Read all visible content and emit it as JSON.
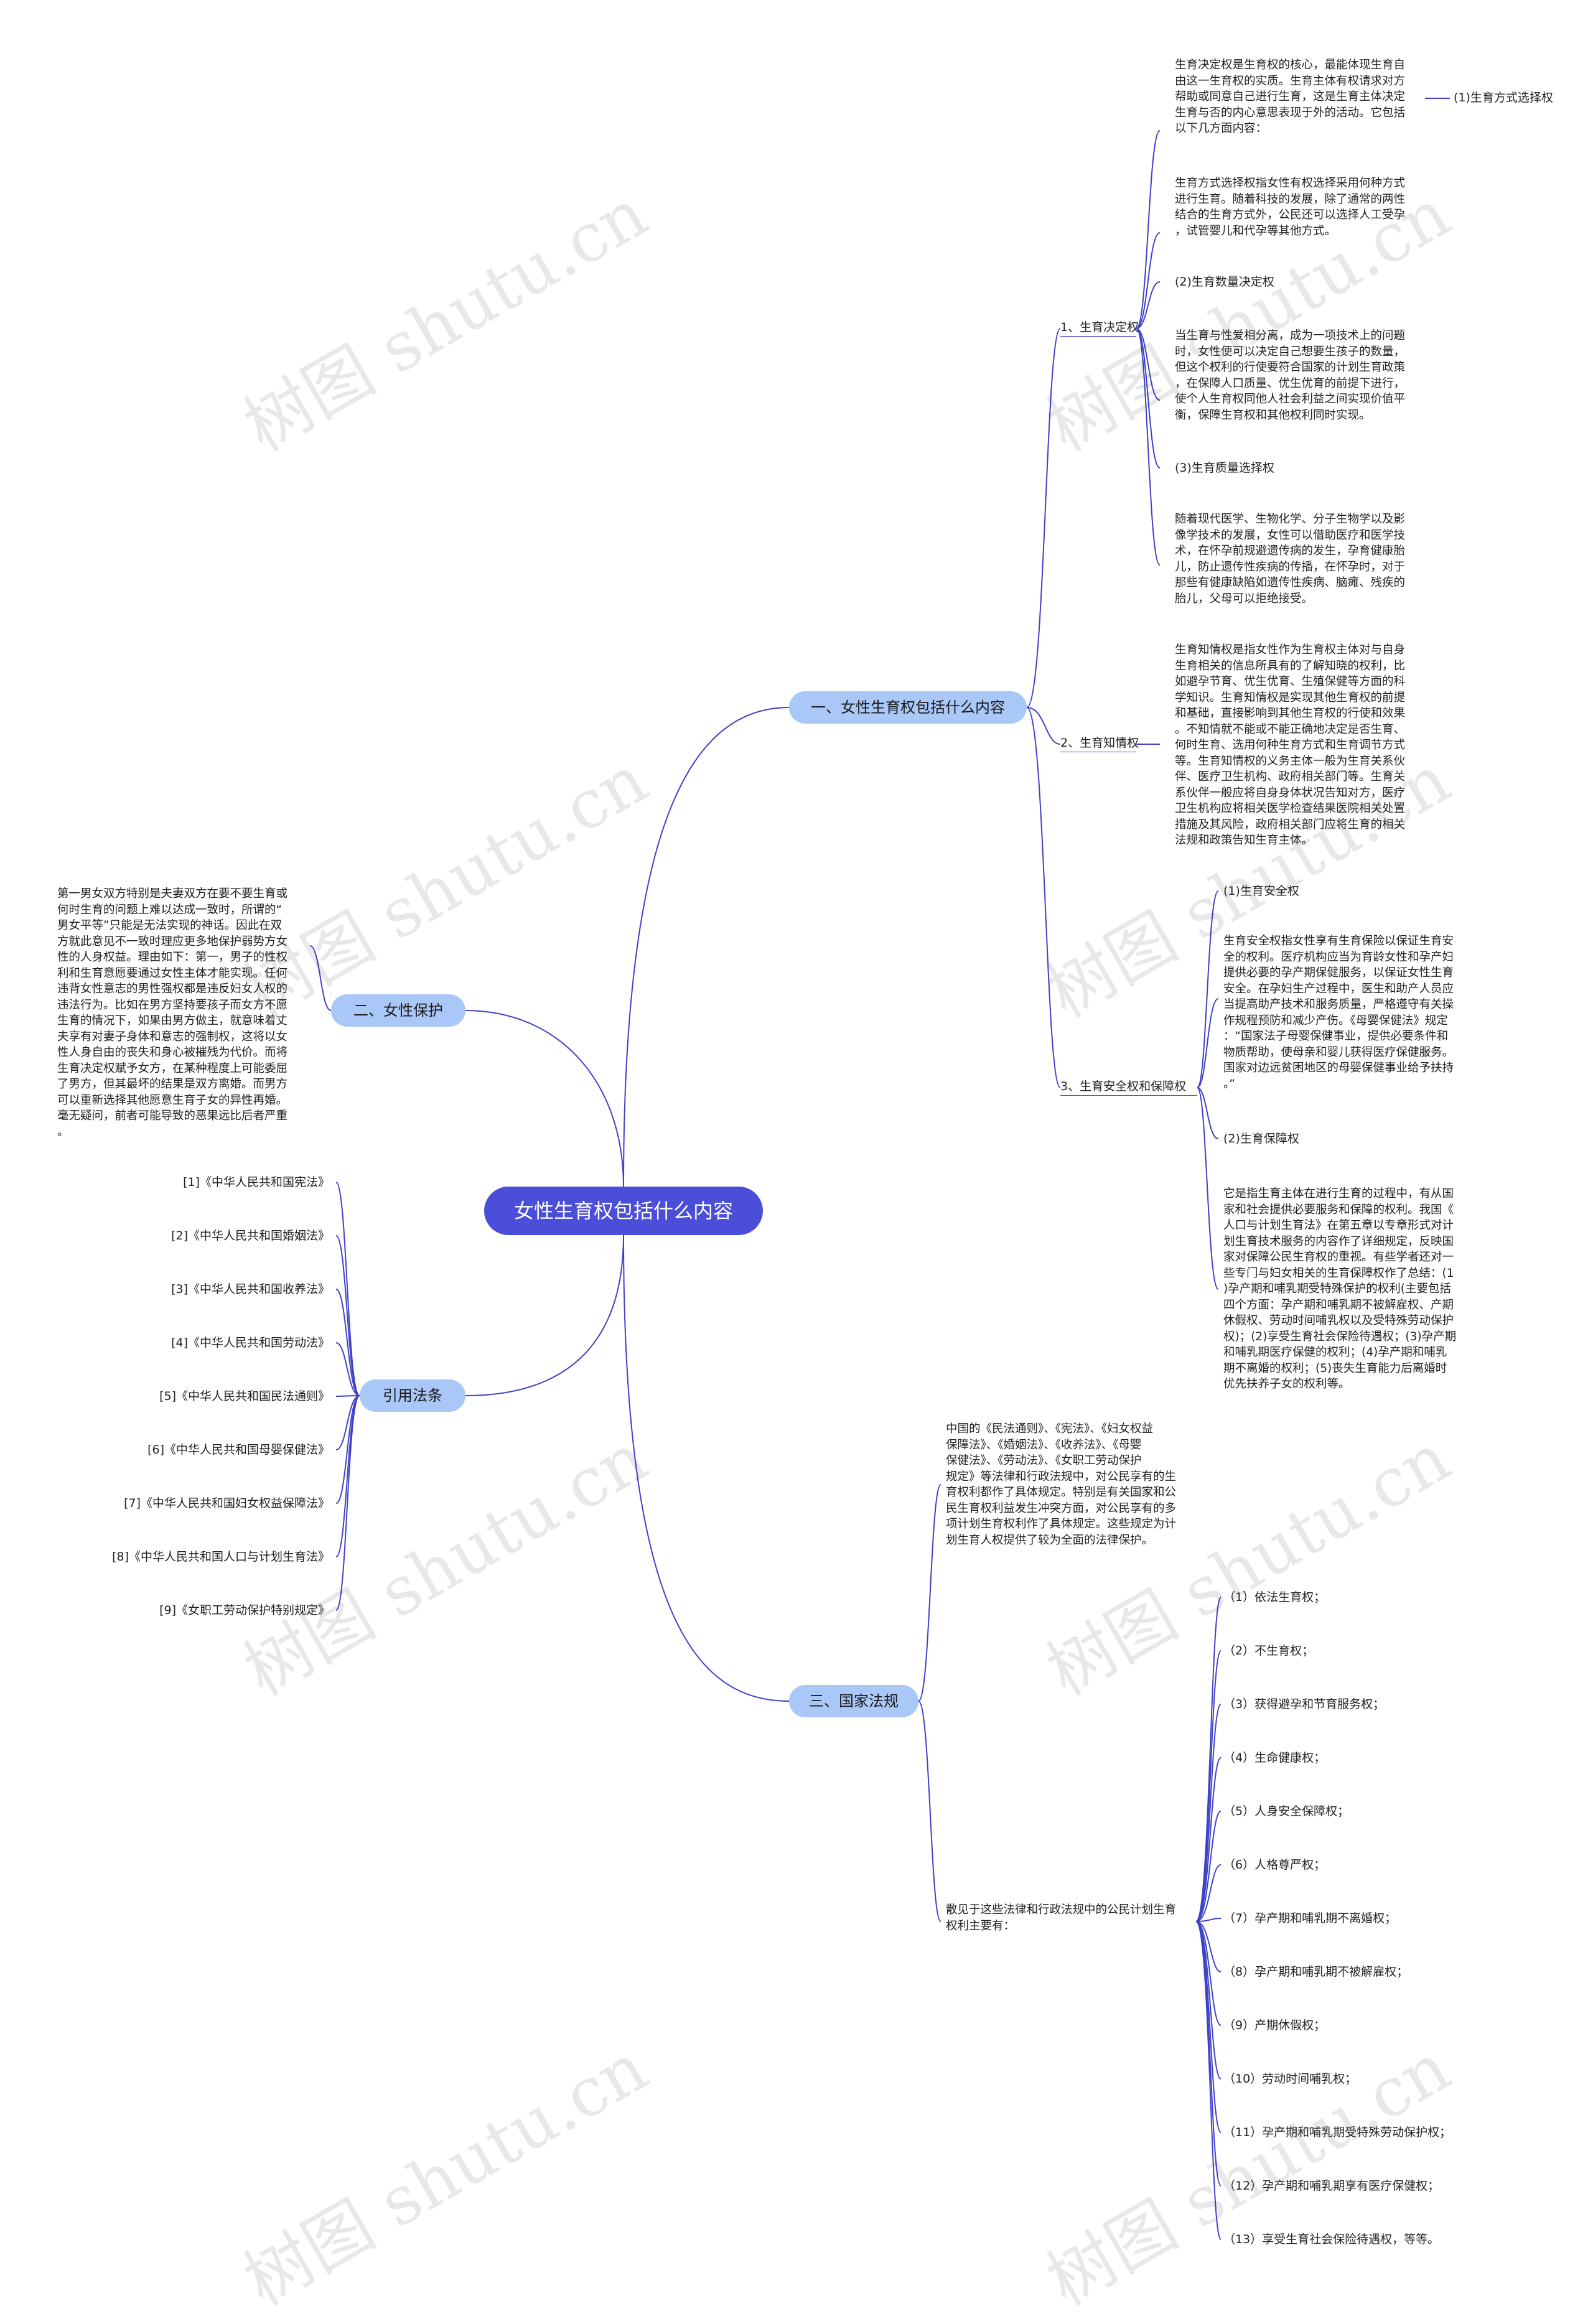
{
  "root": "女性生育权包括什么内容",
  "branches": {
    "b1": {
      "label": "一、女性生育权包括什么内容",
      "items": {
        "decide": {
          "label": "1、生育决定权",
          "intro": [
            "生育决定权是生育权的核心，最能体现生育自",
            "由这一生育权的实质。生育主体有权请求对方",
            "帮助或同意自己进行生育，这是生育主体决定",
            "生育与否的内心意思表现于外的活动。它包括",
            "以下几方面内容："
          ],
          "intro_tag": "(1)生育方式选择权",
          "method": [
            "生育方式选择权指女性有权选择采用何种方式",
            "进行生育。随着科技的发展，除了通常的两性",
            "结合的生育方式外，公民还可以选择人工受孕",
            "，试管婴儿和代孕等其他方式。"
          ],
          "count_title": "(2)生育数量决定权",
          "count": [
            "当生育与性爱相分离，成为一项技术上的问题",
            "时，女性便可以决定自己想要生孩子的数量，",
            "但这个权利的行使要符合国家的计划生育政策",
            "，在保障人口质量、优生优育的前提下进行，",
            "使个人生育权同他人社会利益之间实现价值平",
            "衡，保障生育权和其他权利同时实现。"
          ],
          "quality_title": "(3)生育质量选择权",
          "quality": [
            "随着现代医学、生物化学、分子生物学以及影",
            "像学技术的发展，女性可以借助医疗和医学技",
            "术，在怀孕前规避遗传病的发生，孕育健康胎",
            "儿，防止遗传性疾病的传播，在怀孕时，对于",
            "那些有健康缺陷如遗传性疾病、脑瘫、残疾的",
            "胎儿，父母可以拒绝接受。"
          ]
        },
        "know": {
          "label": "2、生育知情权",
          "text": [
            "生育知情权是指女性作为生育权主体对与自身",
            "生育相关的信息所具有的了解知晓的权利，比",
            "如避孕节育、优生优育、生殖保健等方面的科",
            "学知识。生育知情权是实现其他生育权的前提",
            "和基础，直接影响到其他生育权的行使和效果",
            "。不知情就不能或不能正确地决定是否生育、",
            "何时生育、选用何种生育方式和生育调节方式",
            "等。生育知情权的义务主体一般为生育关系伙",
            "伴、医疗卫生机构、政府相关部门等。生育关",
            "系伙伴一般应将自身身体状况告知对方，医疗",
            "卫生机构应将相关医学检查结果医院相关处置",
            "措施及其风险，政府相关部门应将生育的相关",
            "法规和政策告知生育主体。"
          ]
        },
        "safe": {
          "label": "3、生育安全权和保障权",
          "safe_title": "(1)生育安全权",
          "safe_text": [
            "生育安全权指女性享有生育保险以保证生育安",
            "全的权利。医疗机构应当为育龄女性和孕产妇",
            "提供必要的孕产期保健服务，以保证女性生育",
            "安全。在孕妇生产过程中，医生和助产人员应",
            "当提高助产技术和服务质量，严格遵守有关操",
            "作规程预防和减少产伤。《母婴保健法》规定",
            "：“国家法子母婴保健事业，提供必要条件和",
            "物质帮助，使母亲和婴儿获得医疗保健服务。",
            "国家对边远贫困地区的母婴保健事业给予扶持",
            "。”"
          ],
          "guard_title": "(2)生育保障权",
          "guard_text": [
            "它是指生育主体在进行生育的过程中，有从国",
            "家和社会提供必要服务和保障的权利。我国《",
            "人口与计划生育法》在第五章以专章形式对计",
            "划生育技术服务的内容作了详细规定，反映国",
            "家对保障公民生育权的重视。有些学者还对一",
            "些专门与妇女相关的生育保障权作了总结：(1",
            ")孕产期和哺乳期受特殊保护的权利(主要包括",
            "四个方面：孕产期和哺乳期不被解雇权、产期",
            "休假权、劳动时间哺乳权以及受特殊劳动保护",
            "权)；(2)享受生育社会保险待遇权；(3)孕产期",
            "和哺乳期医疗保健的权利；(4)孕产期和哺乳",
            "期不离婚的权利；(5)丧失生育能力后离婚时",
            "优先扶养子女的权利等。"
          ]
        }
      }
    },
    "b2": {
      "label": "二、女性保护",
      "text": [
        "第一男女双方特别是夫妻双方在要不要生育或",
        "何时生育的问题上难以达成一致时，所谓的“",
        "男女平等”只能是无法实现的神话。因此在双",
        "方就此意见不一致时理应更多地保护弱势方女",
        "性的人身权益。理由如下：第一，男子的性权",
        "利和生育意愿要通过女性主体才能实现。任何",
        "违背女性意志的男性强权都是违反妇女人权的",
        "违法行为。比如在男方坚持要孩子而女方不愿",
        "生育的情况下，如果由男方做主，就意味着丈",
        "夫享有对妻子身体和意志的强制权，这将以女",
        "性人身自由的丧失和身心被摧残为代价。而将",
        "生育决定权赋予女方，在某种程度上可能委屈",
        "了男方，但其最坏的结果是双方离婚。而男方",
        "可以重新选择其他愿意生育子女的异性再婚。",
        "毫无疑问，前者可能导致的恶果远比后者严重",
        "。"
      ]
    },
    "b3": {
      "label": "引用法条",
      "laws": [
        "[1]《中华人民共和国宪法》",
        "[2]《中华人民共和国婚姻法》",
        "[3]《中华人民共和国收养法》",
        "[4]《中华人民共和国劳动法》",
        "[5]《中华人民共和国民法通则》",
        "[6]《中华人民共和国母婴保健法》",
        "[7]《中华人民共和国妇女权益保障法》",
        "[8]《中华人民共和国人口与计划生育法》",
        "[9]《女职工劳动保护特别规定》"
      ]
    },
    "b4": {
      "label": "三、国家法规",
      "intro": [
        "中国的《民法通则》、《宪法》、《妇女权益",
        "保障法》、《婚姻法》、《收养法》、《母婴",
        "保健法》、《劳动法》、《女职工劳动保护",
        "规定》等法律和行政法规中，对公民享有的生",
        "育权利都作了具体规定。特别是有关国家和公",
        "民生育权利益发生冲突方面，对公民享有的多",
        "项计划生育权利作了具体规定。这些规定为计",
        "划生育人权提供了较为全面的法律保护。"
      ],
      "summary": [
        "散见于这些法律和行政法规中的公民计划生育",
        "权利主要有："
      ],
      "rights": [
        "（1）依法生育权；",
        "（2）不生育权；",
        "（3）获得避孕和节育服务权；",
        "（4）生命健康权；",
        "（5）人身安全保障权；",
        "（6）人格尊严权；",
        "（7）孕产期和哺乳期不离婚权；",
        "（8）孕产期和哺乳期不被解雇权；",
        "（9）产期休假权；",
        "（10）劳动时间哺乳权；",
        "（11）孕产期和哺乳期受特殊劳动保护权；",
        "（12）孕产期和哺乳期享有医疗保健权；",
        "（13）享受生育社会保险待遇权，等等。"
      ]
    }
  },
  "watermark": "树图 shutu.cn",
  "colors": {
    "root": "#4b4ed8",
    "branch": "#a9c7f7",
    "line": "#3f42c8"
  }
}
